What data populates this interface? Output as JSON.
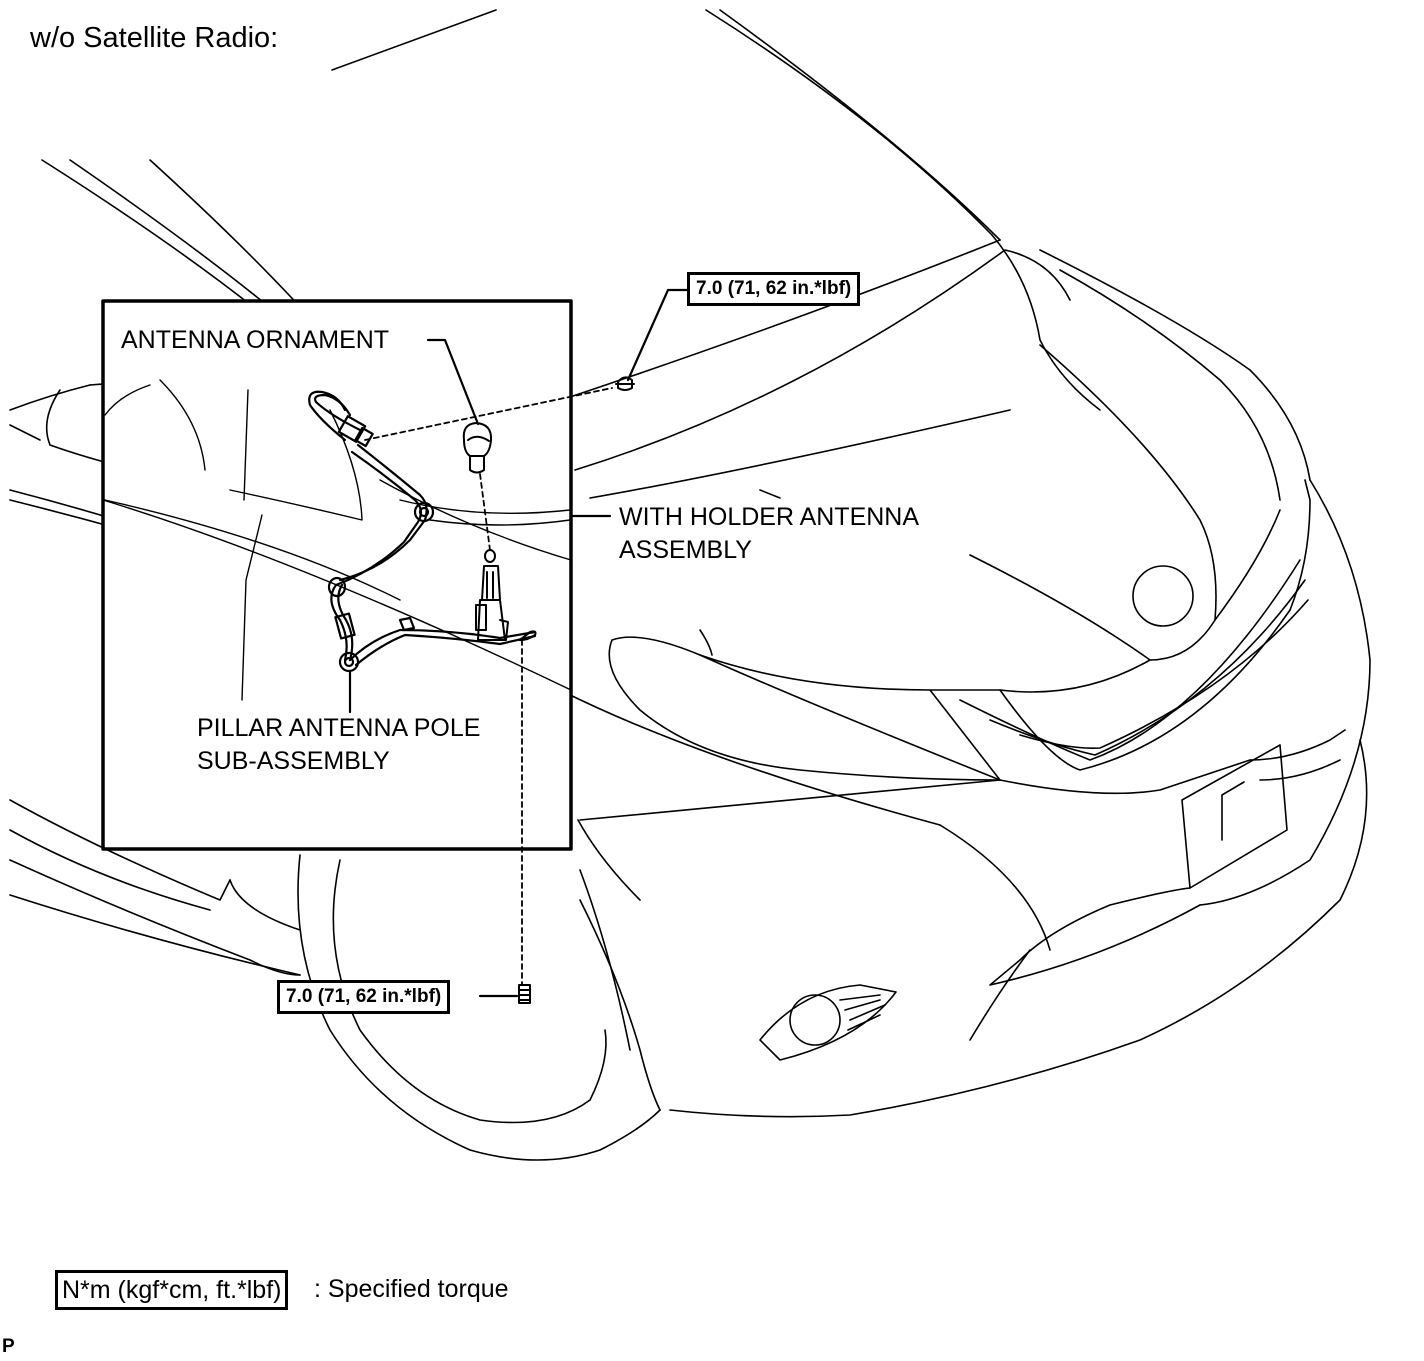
{
  "title": "w/o Satellite Radio:",
  "labels": {
    "antenna_ornament": "ANTENNA ORNAMENT",
    "holder_antenna_line1": "WITH HOLDER ANTENNA",
    "holder_antenna_line2": "ASSEMBLY",
    "pillar_pole_line1": "PILLAR ANTENNA POLE",
    "pillar_pole_line2": "SUB-ASSEMBLY"
  },
  "torque_specs": {
    "upper": "7.0 (71, 62 in.*lbf)",
    "lower": "7.0 (71, 62 in.*lbf)"
  },
  "legend": {
    "unit_box": "N*m (kgf*cm, ft.*lbf)",
    "description": ": Specified torque"
  },
  "diagram_code": "P",
  "colors": {
    "line": "#000000",
    "background": "#ffffff"
  }
}
